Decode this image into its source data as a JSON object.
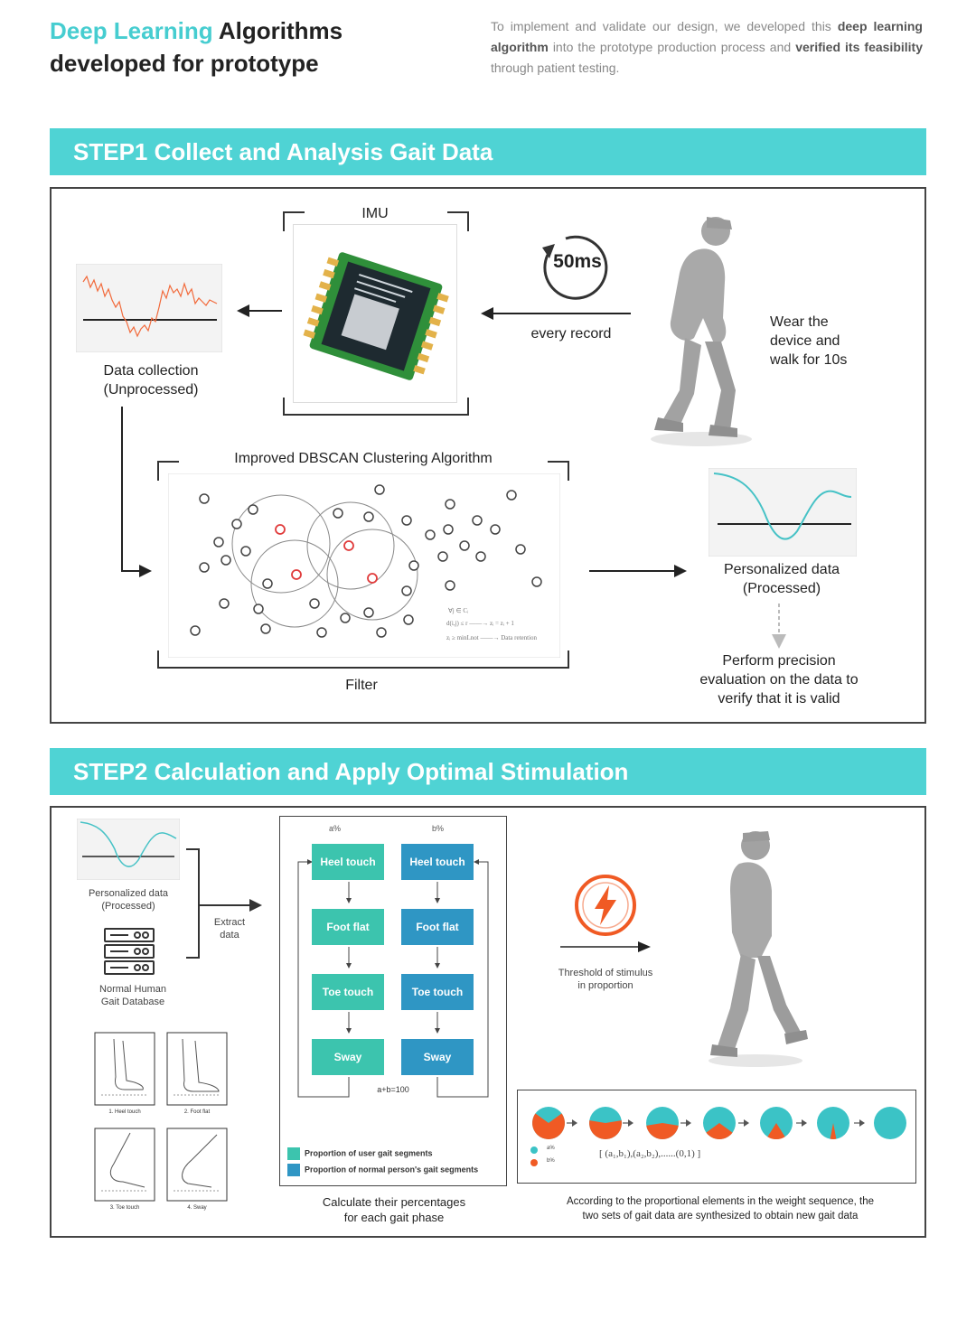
{
  "header": {
    "title_accent": "Deep Learning",
    "title_rest": " Algorithms",
    "title_line2": "developed for prototype",
    "intro_1": "To implement and validate our design, we developed this ",
    "intro_b1": "deep learning algorithm",
    "intro_2": " into the prototype production process and ",
    "intro_b2": "verified its feasibility",
    "intro_3": " through patient testing."
  },
  "step1": {
    "title": "STEP1 Collect and Analysis Gait Data",
    "imu_label": "IMU",
    "timer": "50ms",
    "every_record": "every record",
    "wear_text": [
      "Wear the",
      "device and",
      "walk for 10s"
    ],
    "data_collection": [
      "Data collection",
      "(Unprocessed)"
    ],
    "dbscan_title": "Improved DBSCAN Clustering Algorithm",
    "filter": "Filter",
    "personalized": [
      "Personalized data",
      "(Processed)"
    ],
    "evaluation": [
      "Perform precision",
      "evaluation on the data to",
      "verify that it is valid"
    ]
  },
  "step2": {
    "title": "STEP2 Calculation and Apply Optimal Stimulation",
    "personalized": [
      "Personalized data",
      "(Processed)"
    ],
    "database": [
      "Normal Human",
      "Gait Database"
    ],
    "extract": [
      "Extract",
      "data"
    ],
    "col_a": "a%",
    "col_b": "b%",
    "phases": [
      "Heel touch",
      "Foot flat",
      "Toe touch",
      "Sway"
    ],
    "sum_label": "a+b=100",
    "legend_user": "Proportion of user gait segments",
    "legend_normal": "Proportion of normal person's gait segments",
    "calc_caption": [
      "Calculate their percentages",
      "for each gait phase"
    ],
    "threshold": [
      "Threshold of stimulus",
      "in proportion"
    ],
    "foot_labels": [
      "1. Heel touch",
      "2. Foot flat",
      "3. Toe touch",
      "4. Sway"
    ],
    "pie_legend_a": "a%",
    "pie_legend_b": "b%",
    "sequence": "[ (a₁,b₁),(a₂,b₂),......(0,1) ]",
    "synth_caption": [
      "According to the proportional elements in the weight sequence, the",
      "two sets of gait data are synthesized to obtain new gait data"
    ]
  },
  "colors": {
    "accent": "#4fd3d4",
    "orange": "#f05a24",
    "teal": "#3cc4ae",
    "blue": "#2f96c4"
  }
}
